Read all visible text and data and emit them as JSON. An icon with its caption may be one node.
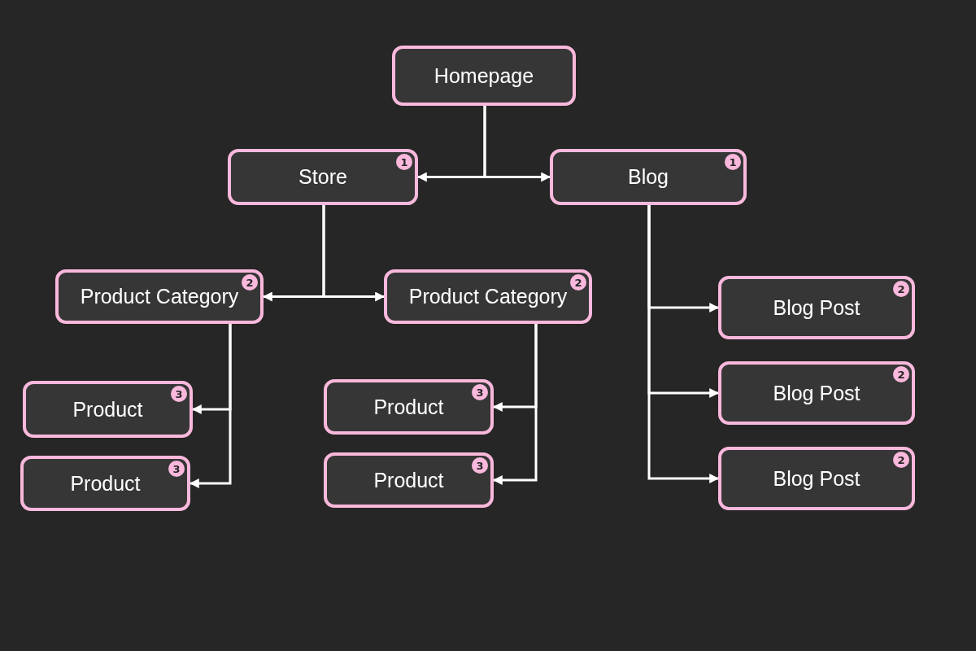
{
  "diagram": {
    "nodes": [
      {
        "text": [
          "Homepage"
        ]
      },
      {
        "text": [
          "Store",
          "1"
        ]
      },
      {
        "text": [
          "Blog",
          "1"
        ]
      },
      {
        "text": [
          "Product Category",
          "2"
        ]
      },
      {
        "text": [
          "Product Category",
          "2"
        ]
      },
      {
        "text": [
          "Product",
          "3"
        ]
      },
      {
        "text": [
          "Product",
          "3"
        ]
      },
      {
        "text": [
          "Product",
          "3"
        ]
      },
      {
        "text": [
          "Product",
          "3"
        ]
      },
      {
        "text": [
          "Blog Post",
          "2"
        ]
      },
      {
        "text": [
          "Blog Post",
          "2"
        ]
      },
      {
        "text": [
          "Blog Post",
          "2"
        ]
      }
    ],
    "edges": [
      {
        "from": 0,
        "to": 1,
        "arrow": "to"
      },
      {
        "from": 0,
        "to": 2,
        "arrow": "to"
      },
      {
        "from": 1,
        "to": 3,
        "arrow": "to"
      },
      {
        "from": 1,
        "to": 4,
        "arrow": "to"
      },
      {
        "from": 3,
        "to": 5,
        "arrow": "to"
      },
      {
        "from": 3,
        "to": 6,
        "arrow": "to"
      },
      {
        "from": 4,
        "to": 7,
        "arrow": "to"
      },
      {
        "from": 4,
        "to": 8,
        "arrow": "to"
      },
      {
        "from": 2,
        "to": 9,
        "arrow": "to"
      },
      {
        "from": 2,
        "to": 10,
        "arrow": "to"
      },
      {
        "from": 2,
        "to": 11,
        "arrow": "to"
      }
    ]
  }
}
